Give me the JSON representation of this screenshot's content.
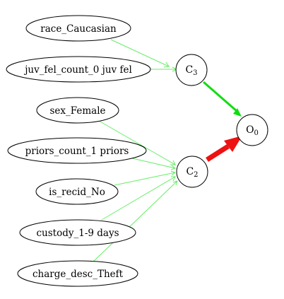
{
  "diagram": {
    "features": [
      {
        "id": "f1",
        "label": "race_Caucasian"
      },
      {
        "id": "f2",
        "label": "juv_fel_count_0 juv fel"
      },
      {
        "id": "f3",
        "label": "sex_Female"
      },
      {
        "id": "f4",
        "label": "priors_count_1 priors"
      },
      {
        "id": "f5",
        "label": "is_recid_No"
      },
      {
        "id": "f6",
        "label": "custody_1-9 days"
      },
      {
        "id": "f7",
        "label": "charge_desc_Theft"
      }
    ],
    "nodes": [
      {
        "id": "c3",
        "letter": "C",
        "sub": "3"
      },
      {
        "id": "c2",
        "letter": "C",
        "sub": "2"
      },
      {
        "id": "o0",
        "letter": "O",
        "sub": "0"
      }
    ],
    "edges": [
      {
        "from": "f1",
        "to": "c3",
        "color": "#66ee66",
        "weight": "thin"
      },
      {
        "from": "f2",
        "to": "c3",
        "color": "#66ee66",
        "weight": "thin"
      },
      {
        "from": "f3",
        "to": "c2",
        "color": "#66ee66",
        "weight": "thin"
      },
      {
        "from": "f4",
        "to": "c2",
        "color": "#66ee66",
        "weight": "thin"
      },
      {
        "from": "f5",
        "to": "c2",
        "color": "#66ee66",
        "weight": "thin"
      },
      {
        "from": "f6",
        "to": "c2",
        "color": "#66ee66",
        "weight": "thin"
      },
      {
        "from": "f7",
        "to": "c2",
        "color": "#66ee66",
        "weight": "thin"
      },
      {
        "from": "c3",
        "to": "o0",
        "color": "#11dd11",
        "weight": "medium"
      },
      {
        "from": "c2",
        "to": "o0",
        "color": "#ee1111",
        "weight": "thick"
      }
    ]
  }
}
